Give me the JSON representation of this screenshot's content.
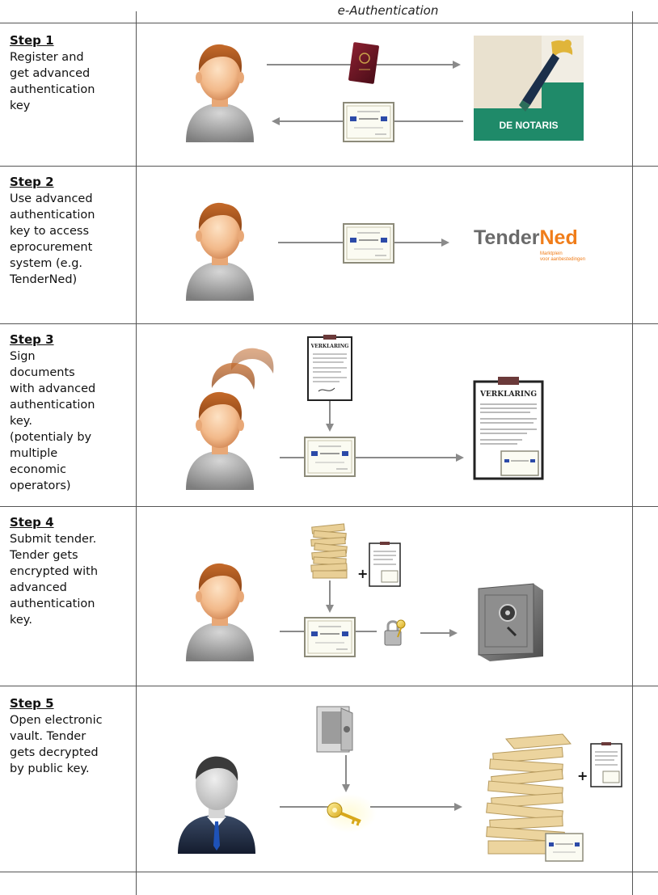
{
  "header": {
    "title": "e-Authentication"
  },
  "steps": [
    {
      "title": "Step 1",
      "desc": "Register and\nget advanced\nauthentication\nkey"
    },
    {
      "title": "Step 2",
      "desc": "Use advanced\nauthentication\nkey to access\neprocurement\nsystem (e.g.\nTenderNed)"
    },
    {
      "title": "Step 3",
      "desc": "Sign\ndocuments\nwith advanced\nauthentication\nkey.\n(potentialy by\nmultiple\neconomic\noperators)"
    },
    {
      "title": "Step 4",
      "desc": "Submit tender.\nTender gets\nencrypted with\nadvanced\nauthentication\nkey."
    },
    {
      "title": "Step 5",
      "desc": "Open electronic\nvault. Tender\ngets decrypted\nby public key."
    }
  ],
  "logos": {
    "notaris_text": "DE NOTARIS",
    "tenderned_part1": "Tender",
    "tenderned_part2": "Ned",
    "tenderned_tagline1": "Marktplein",
    "tenderned_tagline2": "voor aanbestedingen",
    "verklaring_heading": "VERKLARING"
  },
  "symbols": {
    "plus": "+"
  },
  "colors": {
    "line": "#555555",
    "arrow": "#8a8a8a",
    "notaris_bg": "#1f8a69",
    "tenderned_gray": "#6a6a6a",
    "tenderned_orange": "#f07d1a"
  }
}
